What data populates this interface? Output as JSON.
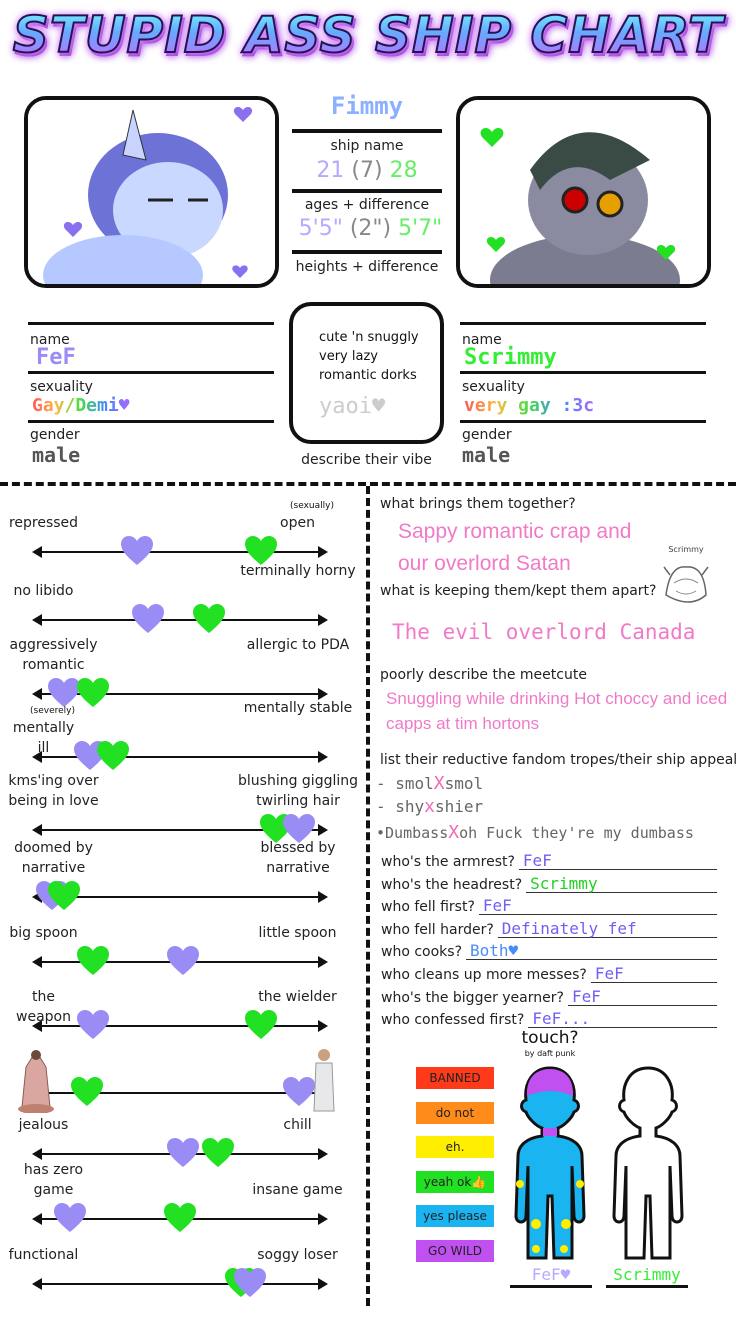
{
  "title": "STUPID ASS SHIP CHART",
  "ship": {
    "name": "Fimmy",
    "name_label": "ship name",
    "age_a": "21",
    "age_diff": "(7)",
    "age_b": "28",
    "ages_label": "ages + difference",
    "height_a": "5'5\"",
    "height_diff": "(2\")",
    "height_b": "5'7\"",
    "heights_label": "heights + difference"
  },
  "left": {
    "name_label": "name",
    "name": "FeF",
    "sexuality_label": "sexuality",
    "sexuality": "Gay/Demi♥",
    "gender_label": "gender",
    "gender": "male"
  },
  "right": {
    "name_label": "name",
    "name": "Scrimmy",
    "sexuality_label": "sexuality",
    "sexuality": "very gay :3c",
    "gender_label": "gender",
    "gender": "male"
  },
  "vibe": {
    "lines": [
      "cute 'n snuggly",
      "very lazy",
      "romantic dorks"
    ],
    "scribble": "yaoi♥",
    "label": "describe their vibe"
  },
  "colors": {
    "fef": "#9a8cf5",
    "scrimmy": "#22e022"
  },
  "sliders": [
    {
      "left": "repressed",
      "right_note": "(sexually)",
      "right": "open",
      "fef": 0.35,
      "scrimmy": 0.78
    },
    {
      "left": "no libido",
      "right": "terminally horny",
      "fef": 0.39,
      "scrimmy": 0.6
    },
    {
      "left": "aggressively romantic",
      "right": "allergic to PDA",
      "fef": 0.1,
      "scrimmy": 0.2
    },
    {
      "left_note": "(severely)",
      "left": "mentally ill",
      "right": "mentally stable",
      "fef": 0.19,
      "scrimmy": 0.27
    },
    {
      "left": "kms'ing over being in love",
      "right": "blushing giggling twirling hair",
      "fef": 0.91,
      "scrimmy": 0.83
    },
    {
      "left": "doomed by narrative",
      "right": "blessed by narrative",
      "fef": 0.06,
      "scrimmy": 0.1
    },
    {
      "left": "big spoon",
      "right": "little spoon",
      "fef": 0.51,
      "scrimmy": 0.2
    },
    {
      "left": "the weapon",
      "right": "the wielder",
      "fef": 0.2,
      "scrimmy": 0.78
    },
    {
      "left": "",
      "right": "",
      "fef": 0.91,
      "scrimmy": 0.18
    },
    {
      "left": "jealous",
      "right": "chill",
      "fef": 0.51,
      "scrimmy": 0.63
    },
    {
      "left": "has zero game",
      "right": "insane game",
      "fef": 0.12,
      "scrimmy": 0.5
    },
    {
      "left": "functional",
      "right": "soggy loser",
      "fef": 0.74,
      "scrimmy": 0.71
    }
  ],
  "together": {
    "question": "what brings them together?",
    "answer": "Sappy romantic crap and our overlord Satan",
    "doodle_label": "Scrimmy"
  },
  "apart": {
    "question": "what is keeping them/kept them apart?",
    "answer": "The evil overlord Canada"
  },
  "meetcute": {
    "question": "poorly describe the meetcute",
    "answer": "Snuggling while drinking Hot choccy and iced capps at tim hortons"
  },
  "tropes": {
    "question": "list their reductive fandom tropes/their ship appeal",
    "items": [
      [
        "- smol",
        "X",
        "smol"
      ],
      [
        "- shy",
        "x",
        "shier"
      ],
      [
        "•Dumbass",
        "X",
        "oh Fuck they're my dumbass"
      ]
    ]
  },
  "whos": [
    {
      "q": "who's the armrest?",
      "a": "FeF",
      "c": "#7060f0"
    },
    {
      "q": "who's the headrest?",
      "a": "Scrimmy",
      "c": "#22d022"
    },
    {
      "q": "who fell first?",
      "a": "FeF",
      "c": "#7060f0"
    },
    {
      "q": "who fell harder?",
      "a": "Definately fef",
      "c": "#7060f0"
    },
    {
      "q": "who cooks?",
      "a": "Both♥",
      "c": "#4a8cf5"
    },
    {
      "q": "who cleans up more messes?",
      "a": "FeF",
      "c": "#7060f0"
    },
    {
      "q": "who's the bigger yearner?",
      "a": "FeF",
      "c": "#7060f0"
    },
    {
      "q": "who confessed first?",
      "a": "FeF...",
      "c": "#7060f0"
    }
  ],
  "touch": {
    "title": "touch?",
    "subtitle": "by daft punk",
    "keys": [
      {
        "label": "BANNED",
        "color": "#ff3a1a"
      },
      {
        "label": "do not",
        "color": "#ff8c1a"
      },
      {
        "label": "eh.",
        "color": "#ffee00"
      },
      {
        "label": "yeah ok👍",
        "color": "#22e022"
      },
      {
        "label": "yes please",
        "color": "#1ab4f0"
      },
      {
        "label": "GO WILD",
        "color": "#c050f0"
      }
    ],
    "left_name": "FeF♥",
    "right_name": "Scrimmy"
  }
}
